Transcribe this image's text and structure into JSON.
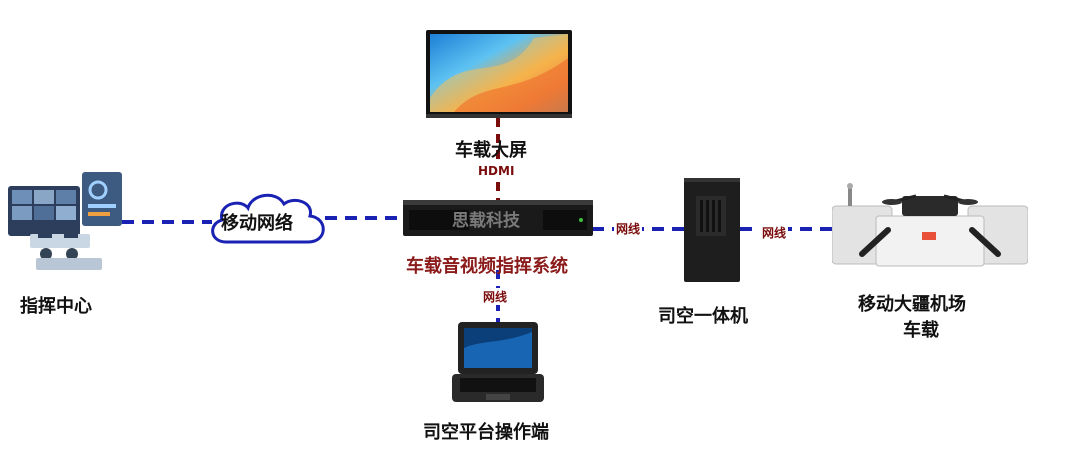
{
  "nodes": {
    "command_center": {
      "label": "指挥中心"
    },
    "mobile_network": {
      "label": "移动网络"
    },
    "vehicle_screen": {
      "label": "车载大屏"
    },
    "av_system": {
      "label": "车载音视频指挥系统",
      "device_brand": "思载科技"
    },
    "siko_aio": {
      "label": "司空一体机"
    },
    "drone_dock": {
      "label_line1": "移动大疆机场",
      "label_line2": "车载"
    },
    "siko_terminal": {
      "label": "司空平台操作端"
    }
  },
  "links": {
    "hdmi": "HDMI",
    "net_terminal": "网线",
    "net_aio": "网线",
    "net_dock": "网线"
  },
  "colors": {
    "link_blue": "#1a22b4",
    "link_red": "#7a0c0c",
    "label_red": "#8b1a1a"
  }
}
